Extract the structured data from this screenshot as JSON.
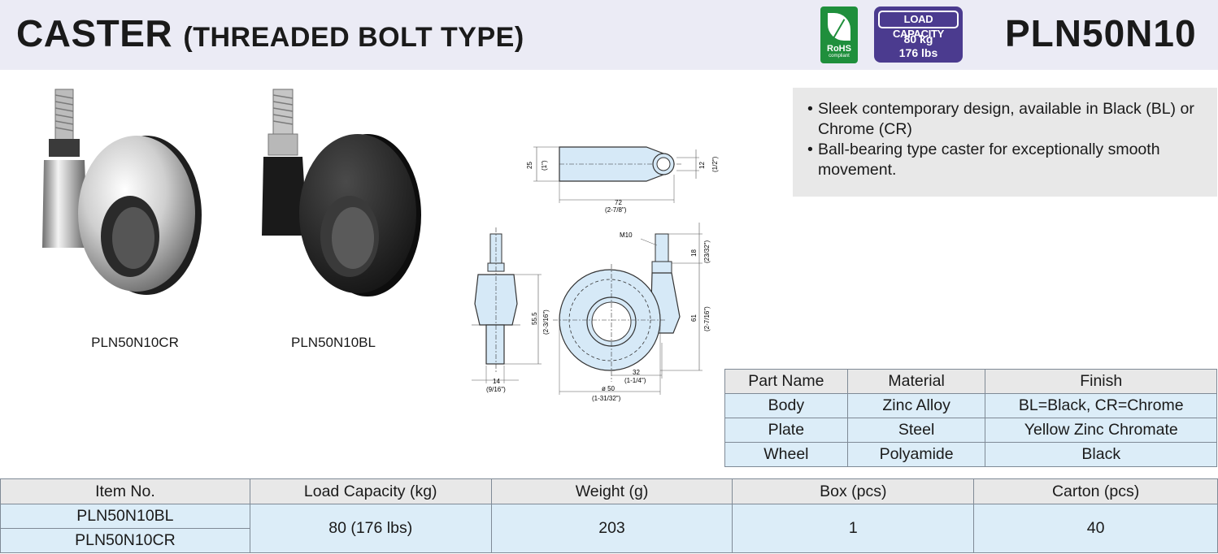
{
  "header": {
    "title": "CASTER",
    "subtitle": "(THREADED BOLT TYPE)",
    "model": "PLN50N10",
    "rohs": {
      "label": "RoHS",
      "sub": "compliant"
    },
    "load_badge": {
      "label": "LOAD CAPACITY",
      "kg": "80 kg",
      "lbs": "176 lbs"
    }
  },
  "photos": [
    {
      "label": "PLN50N10CR"
    },
    {
      "label": "PLN50N10BL"
    }
  ],
  "features": [
    "Sleek contemporary design, available in Black (BL) or Chrome (CR)",
    "Ball-bearing type caster for exceptionally smooth movement."
  ],
  "drawing": {
    "top_height": "25",
    "top_height_in": "(1\")",
    "top_length": "72",
    "top_length_in": "(2-7/8\")",
    "top_hole": "12",
    "top_hole_in": "(1/2\")",
    "thread": "M10",
    "thread_len": "18",
    "thread_len_in": "(23/32\")",
    "side_height": "55.5",
    "side_height_in": "(2-3/16\")",
    "side_width": "14",
    "side_width_in": "(9/16\")",
    "total_height": "61",
    "total_height_in": "(2-7/16\")",
    "offset": "32",
    "offset_in": "(1-1/4\")",
    "diameter": "ø 50",
    "diameter_in": "(1-31/32\")"
  },
  "materials": {
    "headers": [
      "Part Name",
      "Material",
      "Finish"
    ],
    "rows": [
      [
        "Body",
        "Zinc Alloy",
        "BL=Black, CR=Chrome"
      ],
      [
        "Plate",
        "Steel",
        "Yellow Zinc Chromate"
      ],
      [
        "Wheel",
        "Polyamide",
        "Black"
      ]
    ]
  },
  "items": {
    "headers": [
      "Item No.",
      "Load Capacity (kg)",
      "Weight (g)",
      "Box (pcs)",
      "Carton (pcs)"
    ],
    "models": [
      "PLN50N10BL",
      "PLN50N10CR"
    ],
    "load": "80 (176 lbs)",
    "weight": "203",
    "box": "1",
    "carton": "40"
  },
  "colors": {
    "header_bg": "#ebebf5",
    "table_cell": "#dcedf8",
    "table_head": "#e8e8e8",
    "badge": "#4b3b8f",
    "rohs": "#1f8f3c"
  }
}
